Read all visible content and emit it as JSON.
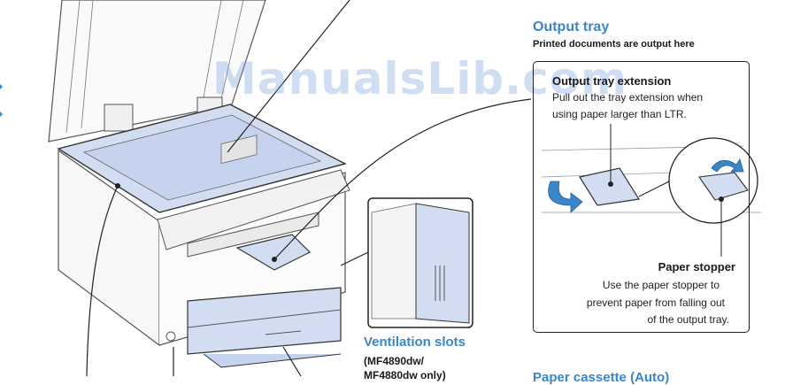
{
  "watermark": "ManualsLib.com",
  "output_tray": {
    "title": "Output tray",
    "subtitle": "Printed documents are output here"
  },
  "tray_extension": {
    "title": "Output tray extension",
    "line1": "Pull out the tray extension when",
    "line2": "using paper larger than LTR."
  },
  "paper_stopper": {
    "title": "Paper stopper",
    "line1": "Use the paper stopper to",
    "line2": "prevent paper from falling out",
    "line3": "of the output tray."
  },
  "ventilation": {
    "title": "Ventilation slots",
    "line1": "(MF4890dw/",
    "line2": "MF4880dw only)"
  },
  "partial_heading": "Paper cassette (Auto)",
  "colors": {
    "accent_blue": "#3a86c8",
    "highlight_fill": "#c9d6f0",
    "nav_arrow": "#2a8fd6"
  }
}
